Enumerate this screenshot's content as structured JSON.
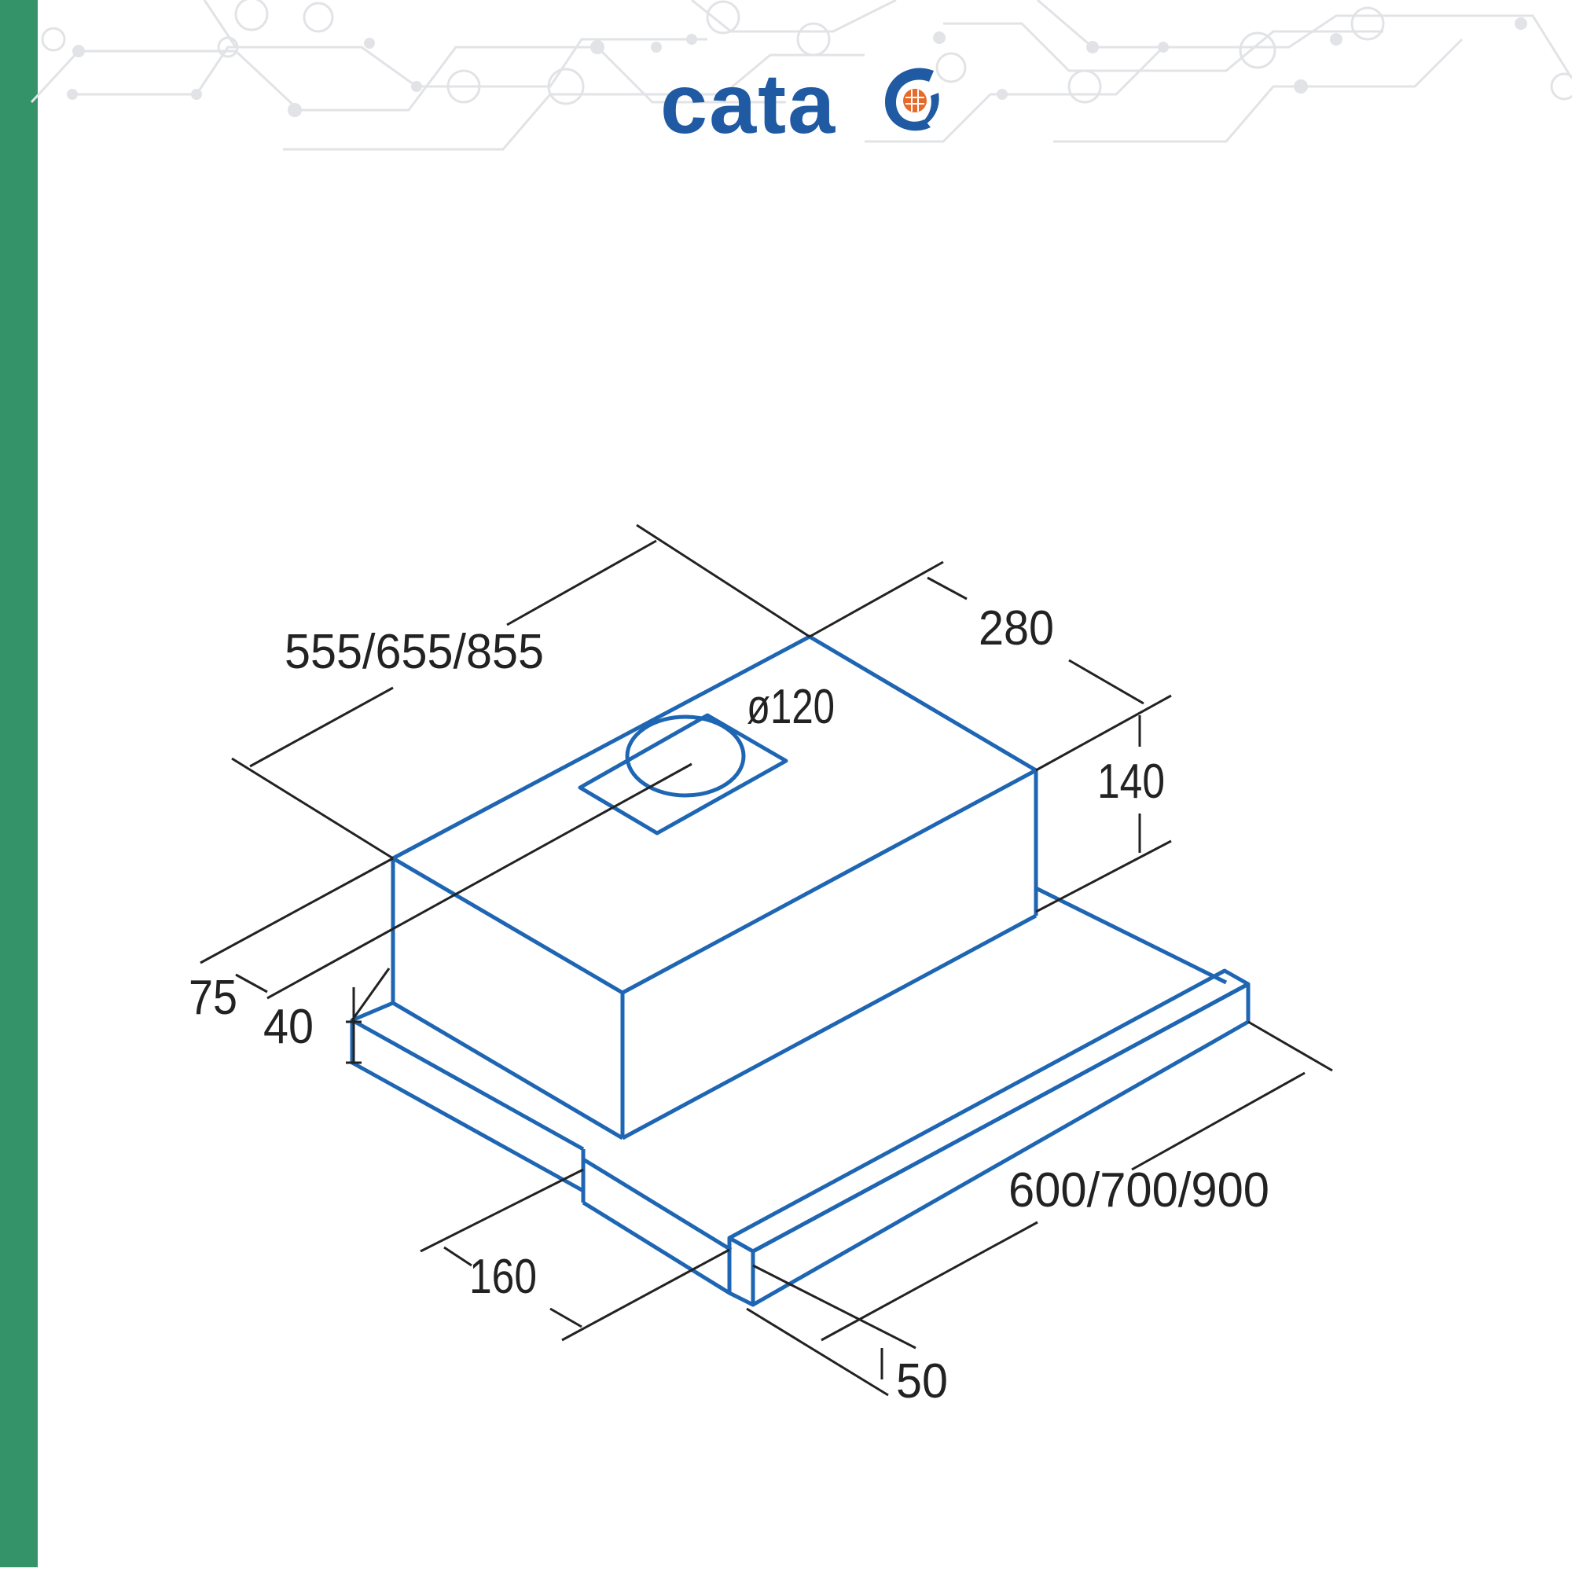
{
  "brand": {
    "logo_text": "cata",
    "logo_color": "#1f5aa3",
    "logo_accent": "#e66a2c",
    "sidebar_color": "#35936a"
  },
  "dimensions": {
    "top_length": "555/655/855",
    "depth": "280",
    "outlet_diameter": "ø120",
    "body_height": "140",
    "front_offset": "75",
    "panel_height": "40",
    "tray_depth": "160",
    "front_width": "600/700/900",
    "handle_height": "50"
  },
  "colors": {
    "outline": "#1e66b3",
    "dimension_lines": "#222222"
  }
}
